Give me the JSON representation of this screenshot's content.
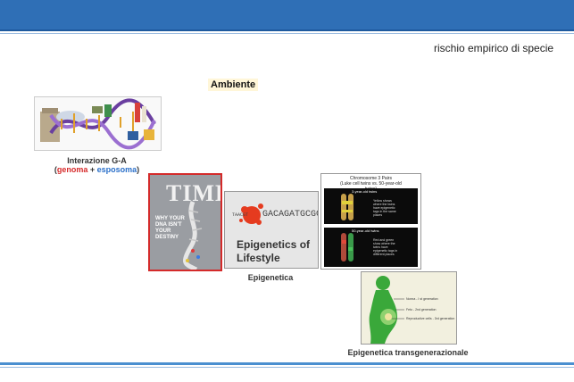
{
  "slide": {
    "top_right_text": "rischio empirico di specie",
    "ambiente_label": "Ambiente",
    "caption_ga": "Interazione G-A",
    "caption_ga_open": "(",
    "caption_ga_genoma": "genoma",
    "caption_ga_plus": " + ",
    "caption_ga_esposoma": "esposoma",
    "caption_ga_close": ")",
    "caption_epigenetica": "Epigenetica",
    "caption_transgen": "Epigenetica transgenerazionale",
    "time_cover": {
      "masthead": "TIME",
      "headline": "WHY YOUR DNA ISN'T YOUR DESTINY"
    },
    "epi_image": {
      "sequence": "GACAGATGCGCG",
      "small_sequence": "TAACGT",
      "title": "Epigenetics of Lifestyle"
    },
    "chromosome_image": {
      "title": "Chromosome 3 Pairs",
      "subtitle": "(Luke cell twins vs. 50-year-old twins)",
      "panel1_label": "3-year-old twins",
      "panel2_label": "50-year-old twins",
      "panel1_note": "Yellow shows where the twins have epigenetic tags in the same places",
      "panel2_note": "Red and green show where the twins have epigenetic tags in different places"
    },
    "pregnancy_image": {
      "label1": "Nonna - I st generation",
      "label2": "Feto - 2nd generation",
      "label3": "Reproductive cells - 3rd generation"
    }
  }
}
